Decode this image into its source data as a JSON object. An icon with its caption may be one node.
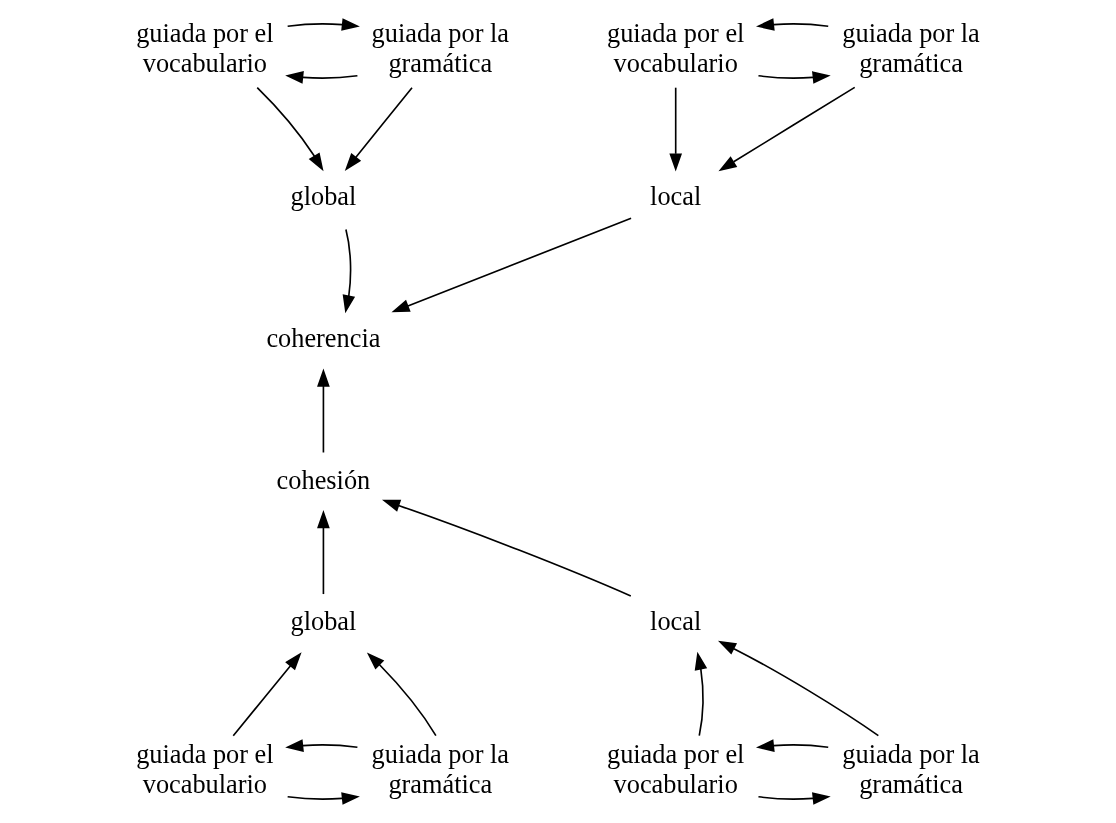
{
  "diagram": {
    "nodes": [
      {
        "text": [
          "guiada por el vocabulario"
        ]
      },
      {
        "text": [
          "guiada por la gramática"
        ]
      },
      {
        "text": [
          "guiada por el vocabulario"
        ]
      },
      {
        "text": [
          "guiada por la gramática"
        ]
      },
      {
        "text": [
          "global"
        ]
      },
      {
        "text": [
          "local"
        ]
      },
      {
        "text": [
          "coherencia"
        ]
      },
      {
        "text": [
          "cohesión"
        ]
      },
      {
        "text": [
          "global"
        ]
      },
      {
        "text": [
          "local"
        ]
      },
      {
        "text": [
          "guiada por el vocabulario"
        ]
      },
      {
        "text": [
          "guiada por la gramática"
        ]
      },
      {
        "text": [
          "guiada por el vocabulario"
        ]
      },
      {
        "text": [
          "guiada por la gramática"
        ]
      }
    ],
    "edges": [
      {
        "from": 1,
        "to": 0,
        "arrow": "to"
      },
      {
        "from": 0,
        "to": 1,
        "arrow": "to"
      },
      {
        "from": 2,
        "to": 3,
        "arrow": "to"
      },
      {
        "from": 3,
        "to": 2,
        "arrow": "to"
      },
      {
        "from": 0,
        "to": 4,
        "arrow": "to"
      },
      {
        "from": 1,
        "to": 4,
        "arrow": "to"
      },
      {
        "from": 2,
        "to": 5,
        "arrow": "to"
      },
      {
        "from": 3,
        "to": 5,
        "arrow": "to"
      },
      {
        "from": 4,
        "to": 6,
        "arrow": "to"
      },
      {
        "from": 5,
        "to": 6,
        "arrow": "to"
      },
      {
        "from": 7,
        "to": 6,
        "arrow": "to"
      },
      {
        "from": 8,
        "to": 7,
        "arrow": "to"
      },
      {
        "from": 9,
        "to": 7,
        "arrow": "to"
      },
      {
        "from": 10,
        "to": 8,
        "arrow": "to"
      },
      {
        "from": 11,
        "to": 8,
        "arrow": "to"
      },
      {
        "from": 10,
        "to": 11,
        "arrow": "to"
      },
      {
        "from": 11,
        "to": 10,
        "arrow": "to"
      },
      {
        "from": 12,
        "to": 9,
        "arrow": "to"
      },
      {
        "from": 13,
        "to": 9,
        "arrow": "to"
      },
      {
        "from": 12,
        "to": 13,
        "arrow": "to"
      },
      {
        "from": 13,
        "to": 12,
        "arrow": "to"
      }
    ]
  }
}
